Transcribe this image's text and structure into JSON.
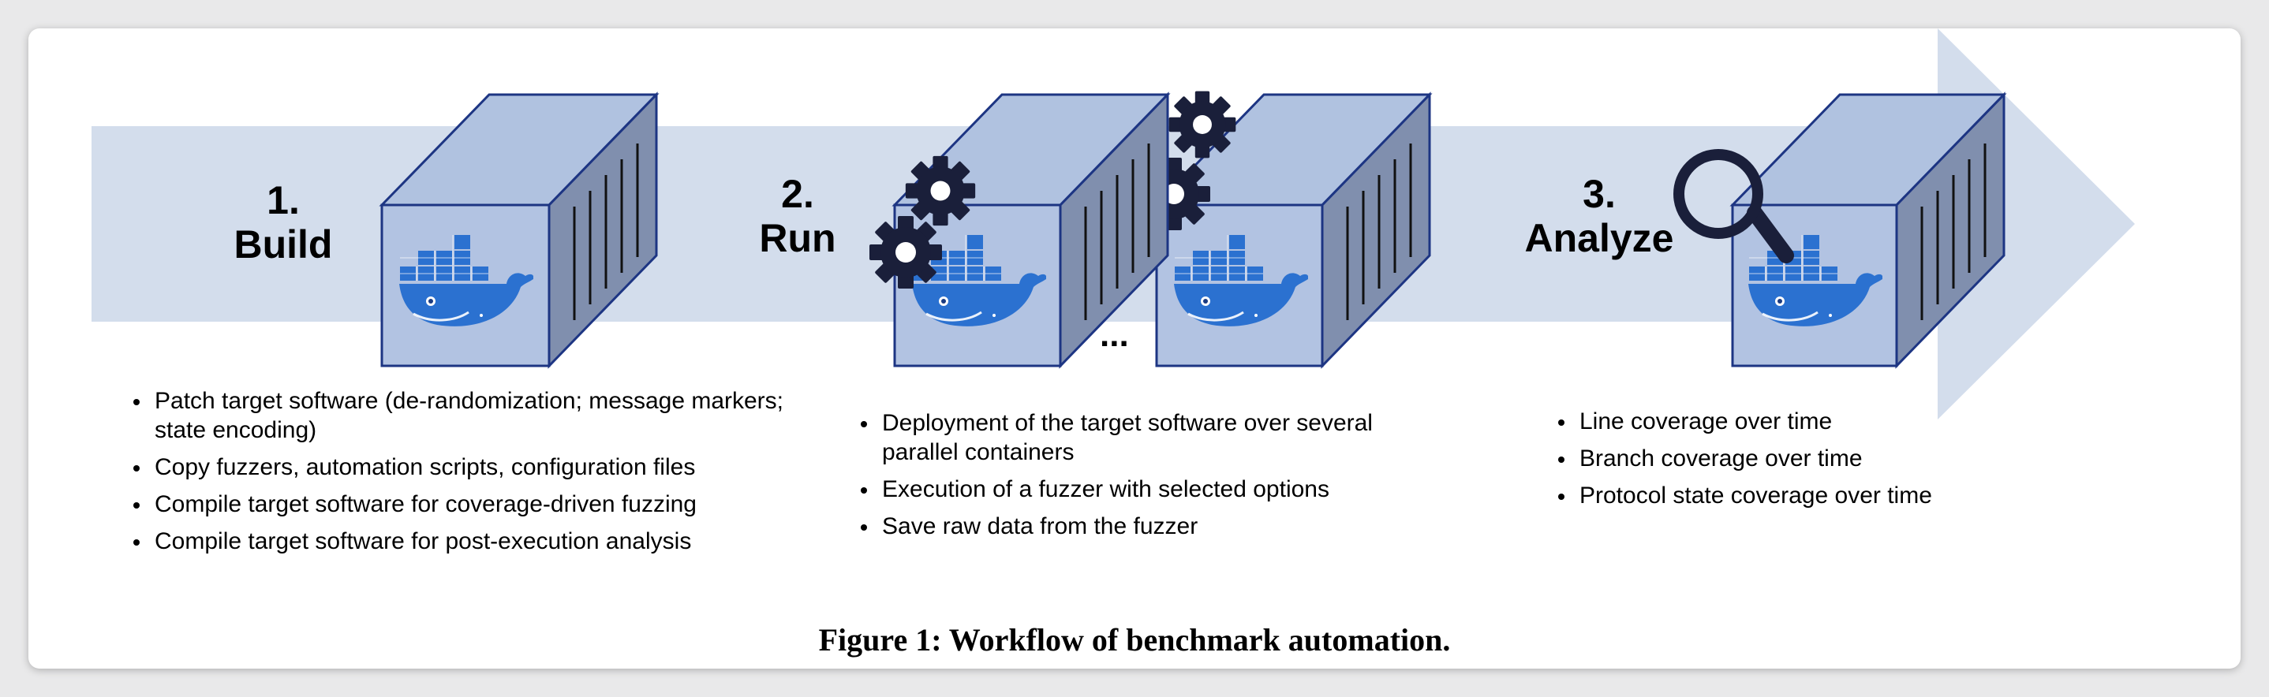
{
  "colors": {
    "arrow": "#d3ddec",
    "container_front": "#b2c3e2",
    "container_top": "#b0c2e0",
    "container_side": "#808fae",
    "container_stroke": "#1d3583",
    "docker_blue": "#2b71d0",
    "gear": "#1a1f3a"
  },
  "icons": [
    "docker-whale-icon",
    "gear-icon",
    "magnifier-icon"
  ],
  "steps": [
    {
      "number": "1.",
      "title": "Build",
      "bullets": [
        "Patch target software (de-randomization; message markers; state encoding)",
        "Copy fuzzers,  automation scripts, configuration files",
        "Compile target software for coverage-driven fuzzing",
        "Compile target software for post-execution analysis"
      ]
    },
    {
      "number": "2.",
      "title": "Run",
      "ellipsis": "...",
      "bullets": [
        "Deployment of the target software over several parallel containers",
        "Execution of a fuzzer with selected options",
        "Save raw data from the fuzzer"
      ]
    },
    {
      "number": "3.",
      "title": "Analyze",
      "bullets": [
        "Line coverage over time",
        "Branch coverage over time",
        "Protocol state  coverage over time"
      ]
    }
  ],
  "caption": "Figure 1: Workflow of benchmark automation."
}
